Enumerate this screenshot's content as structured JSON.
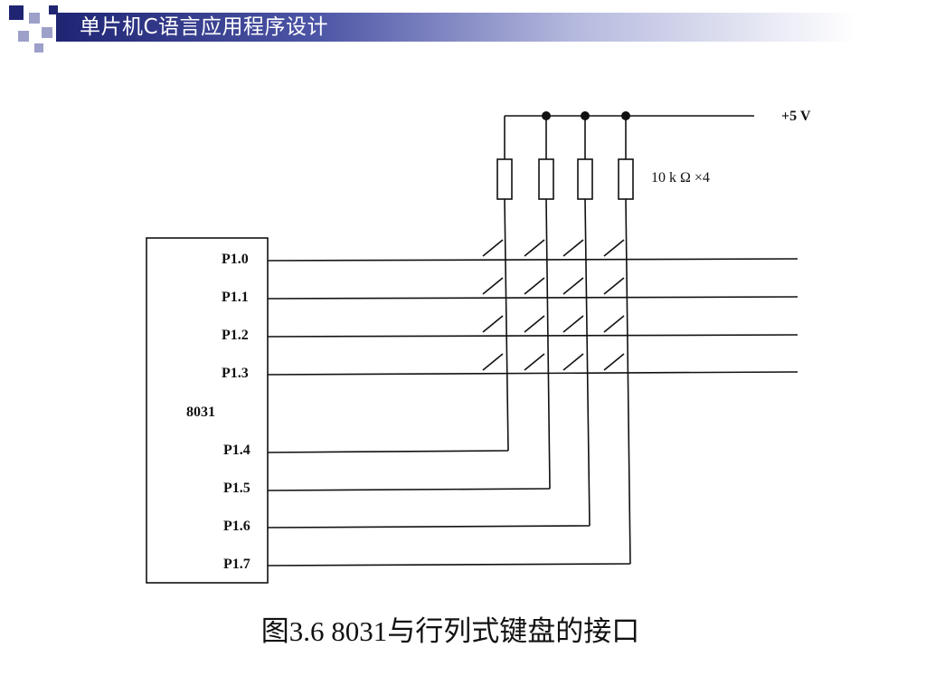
{
  "slide": {
    "header_title": "单片机C语言应用程序设计",
    "caption": "图3.6 8031与行列式键盘的接口",
    "colors": {
      "header_dark": "#1f2573",
      "header_mid": "#4d55a6",
      "header_light": "#b6bade",
      "square_gray": "#9da0c8",
      "ink": "#111111"
    }
  },
  "diagram": {
    "chip_label": "8031",
    "row_pins": [
      "P1.0",
      "P1.1",
      "P1.2",
      "P1.3"
    ],
    "col_pins": [
      "P1.4",
      "P1.5",
      "P1.6",
      "P1.7"
    ],
    "supply_label": "+5 V",
    "resistor_label": "10 k Ω ×4"
  }
}
